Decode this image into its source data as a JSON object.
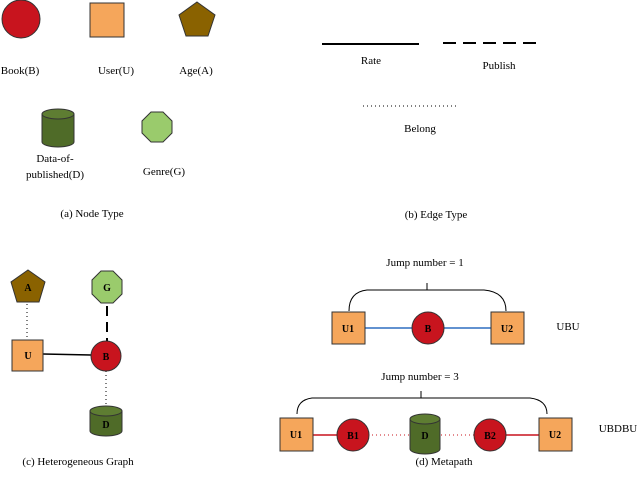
{
  "node_type": {
    "caption": "(a) Node Type",
    "book": "Book(B)",
    "user": "User(U)",
    "age": "Age(A)",
    "date_line1": "Data-of-",
    "date_line2": "published(D)",
    "genre": "Genre(G)"
  },
  "edge_type": {
    "caption": "(b) Edge Type",
    "rate": "Rate",
    "publish": "Publish",
    "belong": "Belong"
  },
  "hetero_graph": {
    "caption": "(c) Heterogeneous Graph",
    "a": "A",
    "g": "G",
    "u": "U",
    "b": "B",
    "d": "D"
  },
  "metapath": {
    "caption": "(d) Metapath",
    "path1": {
      "jump_text": "Jump number =  1",
      "u1": "U1",
      "b": "B",
      "u2": "U2",
      "name": "UBU"
    },
    "path2": {
      "jump_text": "Jump number =  3",
      "u1": "U1",
      "b1": "B1",
      "d": "D",
      "b2": "B2",
      "u2": "U2",
      "name": "UBDBU"
    }
  },
  "colors": {
    "book": "#c8141e",
    "user": "#f5a65b",
    "age": "#8a6200",
    "date": "#4f6b28",
    "genre": "#9acb6c",
    "user_edge": "#2f6fc1",
    "book_date_edge": "#c8141e"
  }
}
